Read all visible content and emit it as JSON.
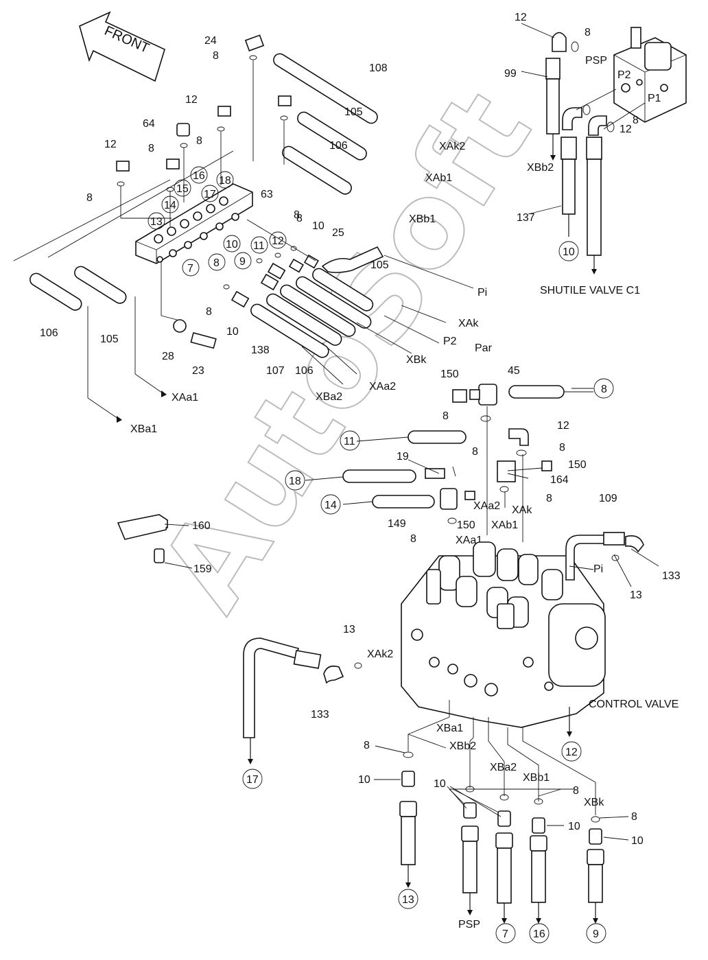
{
  "front_label": "FRONT",
  "watermark": "AutoSoft",
  "titles": {
    "shuttle_valve": "SHUTILE VALVE C1",
    "control_valve": "CONTROL VALVE"
  },
  "callouts": {
    "c12a": "12",
    "c8a": "8",
    "c99": "99",
    "cPSP": "PSP",
    "cP2": "P2",
    "cP1": "P1",
    "c8b": "8",
    "c12b": "12",
    "cXBb2a": "XBb2",
    "c137": "137",
    "c24": "24",
    "c8c": "8",
    "c108": "108",
    "cXAk2a": "XAk2",
    "c12c": "12",
    "c105a": "105",
    "c8d": "8",
    "c64": "64",
    "c8e": "8",
    "c106a": "106",
    "cXAb1a": "XAb1",
    "c12d": "12",
    "c8f": "8",
    "c63": "63",
    "cXBb1a": "XBb1",
    "c8g": "8",
    "c10a": "10",
    "c25": "25",
    "c105b": "105",
    "cPi": "Pi",
    "c8h": "8",
    "c8i": "8",
    "c10b": "10",
    "c106b": "106",
    "c105c": "105",
    "c28": "28",
    "c23": "23",
    "c138": "138",
    "c107": "107",
    "c106c": "106",
    "cXAk": "XAk",
    "cP2b": "P2",
    "cXBk": "XBk",
    "cPar": "Par",
    "c45": "45",
    "c150a": "150",
    "cXAa2a": "XAa2",
    "cXBa2a": "XBa2",
    "cXAa1a": "XAa1",
    "cXBa1a": "XBa1",
    "c8j": "8",
    "c12e": "12",
    "c19": "19",
    "c8k": "8",
    "c8l": "8",
    "c150b": "150",
    "c164": "164",
    "c8m": "8",
    "c149": "149",
    "c150c": "150",
    "c8n": "8",
    "cXAa2b": "XAa2",
    "cXAb1b": "XAb1",
    "cXAa1b": "XAa1",
    "c160": "160",
    "c159": "159",
    "c109": "109",
    "c133a": "133",
    "cPib": "Pi",
    "c13a": "13",
    "c13b": "13",
    "cXAk2b": "XAk2",
    "c133b": "133",
    "cXBa1b": "XBa1",
    "cXBb2b": "XBb2",
    "cXBa2b": "XBa2",
    "cXBb1b": "XBb1",
    "cXBk2": "XBk",
    "c8o": "8",
    "c10c": "10",
    "c10d": "10",
    "c8p": "8",
    "c8q": "8",
    "c10e": "10",
    "c10f": "10",
    "cPSPb": "PSP"
  },
  "circled": {
    "o10": "10",
    "o16": "16",
    "o15": "15",
    "o14": "14",
    "o13": "13",
    "o17": "17",
    "o18": "18",
    "o10b": "10",
    "o11": "11",
    "o12": "12",
    "o7": "7",
    "o8": "8",
    "o9": "9",
    "o8b": "8",
    "o11b": "11",
    "o18b": "18",
    "o14b": "14",
    "o12b": "12",
    "o17b": "17",
    "o13b": "13",
    "o7b": "7",
    "o16b": "16",
    "o9b": "9"
  }
}
